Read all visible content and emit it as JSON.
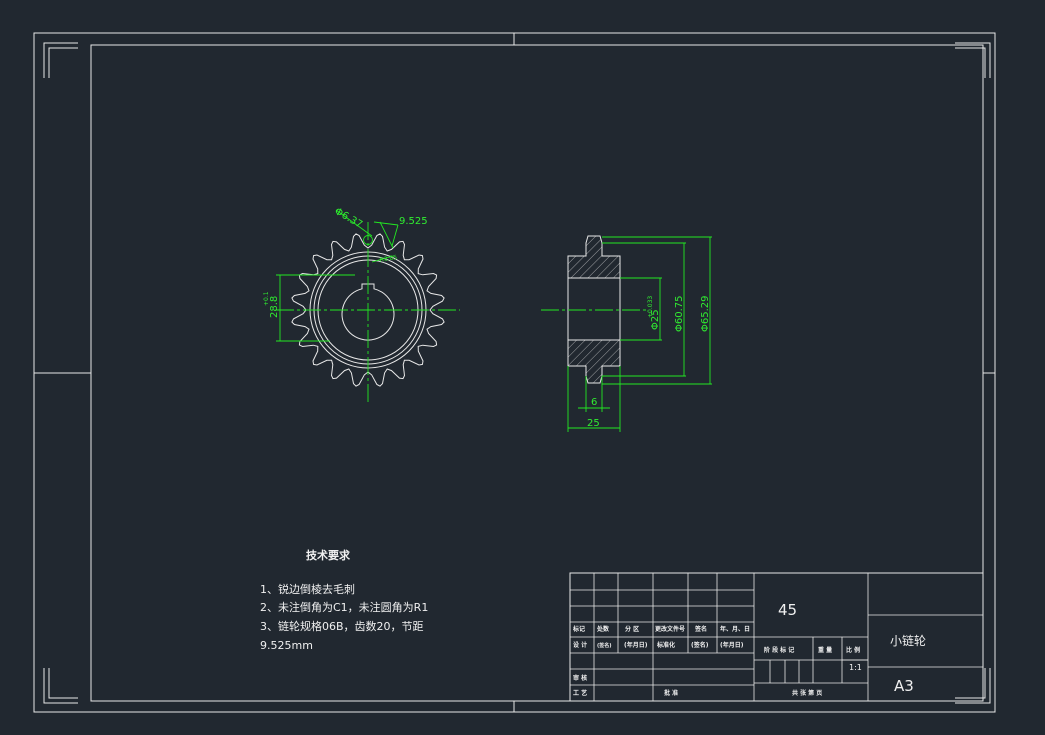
{
  "tech_req": {
    "title": "技术要求",
    "lines": [
      "1、锐边倒棱去毛刺",
      "2、未注倒角为C1，未注圆角为R1",
      "3、链轮规格06B，齿数20，节距",
      "9.525mm"
    ]
  },
  "dims": {
    "roller_dia": "Φ6.37",
    "pitch": "9.525",
    "tooth_r": "R3.05",
    "key_depth": "28.8",
    "key_depth_tol": "+0.1",
    "bore_dia": "Φ25",
    "bore_tol": "+0.033",
    "root_dia": "Φ60.75",
    "tip_dia": "Φ65.29",
    "tooth_width": "6",
    "hub_width": "25"
  },
  "title_block": {
    "material": "45",
    "part_name": "小链轮",
    "sheet_size": "A3",
    "scale": "1:1",
    "h_mark": "标记",
    "h_count": "处数",
    "h_zone": "分 区",
    "h_docno": "更改文件号",
    "h_sign": "签名",
    "h_date": "年、月、日",
    "r_design": "设 计",
    "r_sign_box": "(签名)",
    "r_date_box": "(年月日)",
    "r_std": "标准化",
    "r_sign_box2": "(签名)",
    "r_date_box2": "(年月日)",
    "r_stage": "阶 段 标 记",
    "r_weight": "重 量",
    "r_scale": "比 例",
    "r_review": "审 核",
    "r_process": "工 艺",
    "r_approve": "批 准",
    "r_sheets": "共   张   第   页"
  }
}
